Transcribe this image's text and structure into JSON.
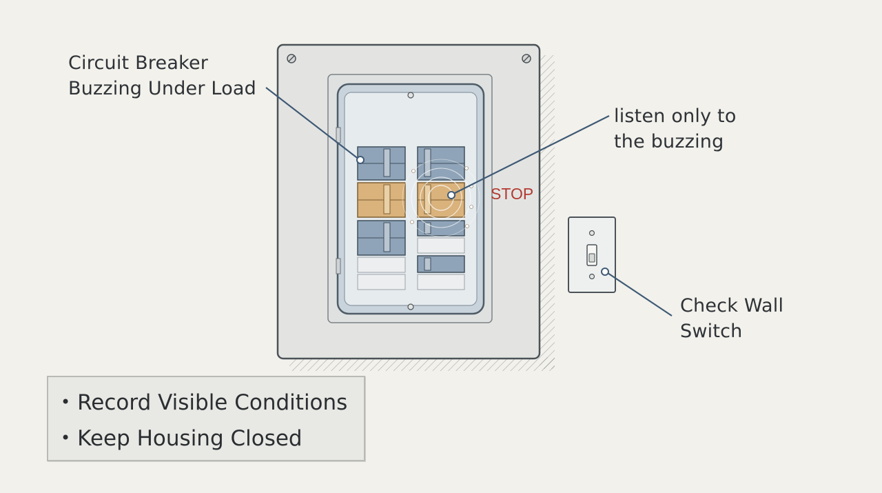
{
  "labels": {
    "breaker": [
      "Circuit Breaker",
      "Buzzing Under Load"
    ],
    "listen": [
      "listen only to",
      "the buzzing"
    ],
    "switch": [
      "Check Wall",
      "Switch"
    ],
    "stop": "STOP"
  },
  "notes": [
    "Record Visible Conditions",
    "Keep Housing Closed"
  ],
  "colors": {
    "background": "#f2f1ec",
    "panel": "#e3e4e2",
    "breaker": "#8fa4b8",
    "highlight": "#d9b27c",
    "leader": "#3f5a75",
    "stop": "#b23a32"
  }
}
